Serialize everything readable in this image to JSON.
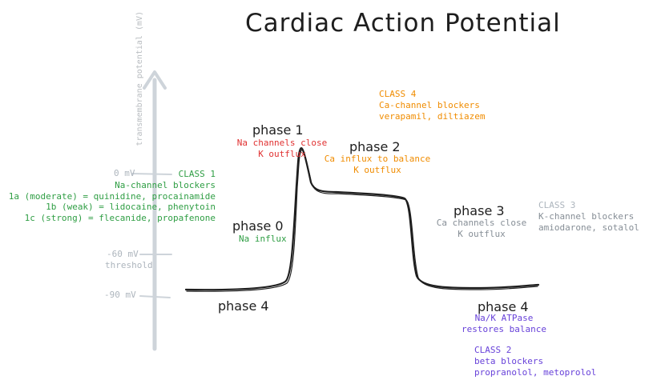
{
  "title": "Cardiac Action Potential",
  "y_axis": {
    "label": "transmembrane potential (mV)",
    "ticks": [
      "0 mV",
      "-60 mV",
      "-90 mV"
    ],
    "threshold_label": "threshold"
  },
  "phases": {
    "phase0": {
      "label": "phase 0",
      "desc": "Na influx"
    },
    "phase1": {
      "label": "phase 1",
      "desc": [
        "Na channels close",
        "K outflux"
      ]
    },
    "phase2": {
      "label": "phase 2",
      "desc": [
        "Ca influx to balance",
        "K outflux"
      ]
    },
    "phase3": {
      "label": "phase 3",
      "desc": [
        "Ca channels close",
        "K outflux"
      ]
    },
    "phase4_left": {
      "label": "phase 4"
    },
    "phase4_right": {
      "label": "phase 4",
      "desc": [
        "Na/K ATPase",
        "restores balance"
      ]
    }
  },
  "classes": {
    "class1": {
      "name": "CLASS 1",
      "lines": [
        "Na-channel blockers",
        "1a (moderate) = quinidine, procainamide",
        "1b (weak) = lidocaine, phenytoin",
        "1c (strong) = flecanide, propafenone"
      ]
    },
    "class2": {
      "name": "CLASS 2",
      "lines": [
        "beta blockers",
        "propranolol, metoprolol"
      ]
    },
    "class3": {
      "name": "CLASS 3",
      "lines": [
        "K-channel blockers",
        "amiodarone, sotalol"
      ]
    },
    "class4": {
      "name": "CLASS 4",
      "lines": [
        "Ca-channel blockers",
        "verapamil, diltiazem"
      ]
    }
  },
  "colors": {
    "curve": "#1e1e1e",
    "axis": "#ced4da",
    "class1": "#2f9e44",
    "phase1_desc": "#e03131",
    "class4": "#f08c00",
    "class3": "#868e96",
    "class2": "#6741d9"
  }
}
